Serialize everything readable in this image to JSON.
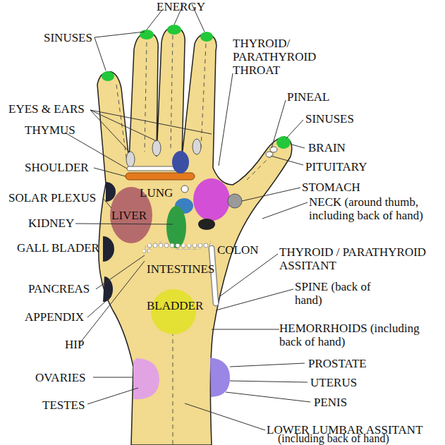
{
  "diagram": {
    "labels": [
      "ENERGY",
      "SINUSES",
      "THYROID/ PARATHYROID THROAT",
      "PINEAL",
      "SINUSES",
      "EYES & EARS",
      "THYMUS",
      "BRAIN",
      "PITUITARY",
      "SHOULDER",
      "STOMACH",
      "SOLAR PLEXUS",
      "LUNG",
      "NECK (around thumb, including back of hand)",
      "LIVER",
      "KIDNEY",
      "GALL BLADER",
      "COLON",
      "THYROID / PARATHYROID ASSITANT",
      "INTESTINES",
      "PANCREAS",
      "SPINE (back of hand)",
      "APPENDIX",
      "BLADDER",
      "HEMORRHOIDS (including back of hand)",
      "HIP",
      "OVARIES",
      "PROSTATE",
      "UTERUS",
      "TESTES",
      "PENIS",
      "LOWER LUMBAR ASSITANT",
      "(including back of hand)"
    ]
  }
}
